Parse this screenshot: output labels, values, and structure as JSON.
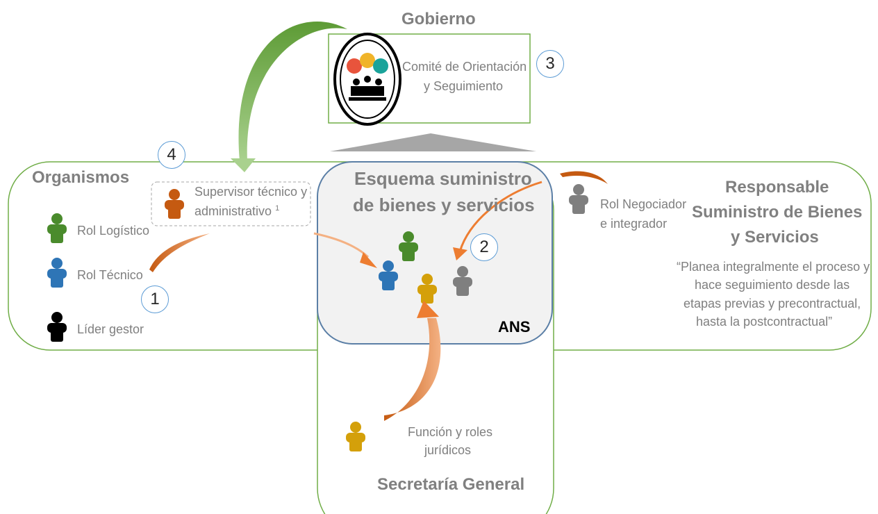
{
  "gobierno": {
    "title": "Gobierno",
    "committee_line1": "Comité de Orientación",
    "committee_line2": "y Seguimiento"
  },
  "organismos": {
    "title": "Organismos",
    "roles": [
      {
        "label": "Rol Logístico",
        "color": "#4a8b2c"
      },
      {
        "label": "Rol Técnico",
        "color": "#2e75b6"
      },
      {
        "label": "Líder gestor",
        "color": "#000000"
      }
    ],
    "supervisor_line1": "Supervisor técnico y",
    "supervisor_line2": "administrativo",
    "supervisor_footnote": "1",
    "supervisor_color": "#c55a11"
  },
  "esquema": {
    "title_line1": "Esquema suministro",
    "title_line2": "de bienes y servicios",
    "ans": "ANS"
  },
  "responsable": {
    "title_line1": "Responsable",
    "title_line2": "Suministro de Bienes",
    "title_line3": "y Servicios",
    "quote_lines": [
      "“Planea integralmente el proceso y",
      "hace seguimiento desde las",
      "etapas previas y precontractual,",
      "hasta la postcontractual”"
    ],
    "negociador_line1": "Rol Negociador",
    "negociador_line2": "e integrador",
    "negociador_color": "#7f7f7f"
  },
  "secretaria": {
    "title": "Secretaría General",
    "funcion_line1": "Función y roles",
    "funcion_line2": "jurídicos",
    "color": "#d4a00a"
  },
  "markers": [
    "1",
    "2",
    "3",
    "4"
  ],
  "colors": {
    "border_green": "#70ad47",
    "arrow_orange": "#c55a11",
    "arrow_green": "#8fbc5a",
    "number_ring": "#5b9bd5",
    "center_fill": "#f2f2f2"
  }
}
